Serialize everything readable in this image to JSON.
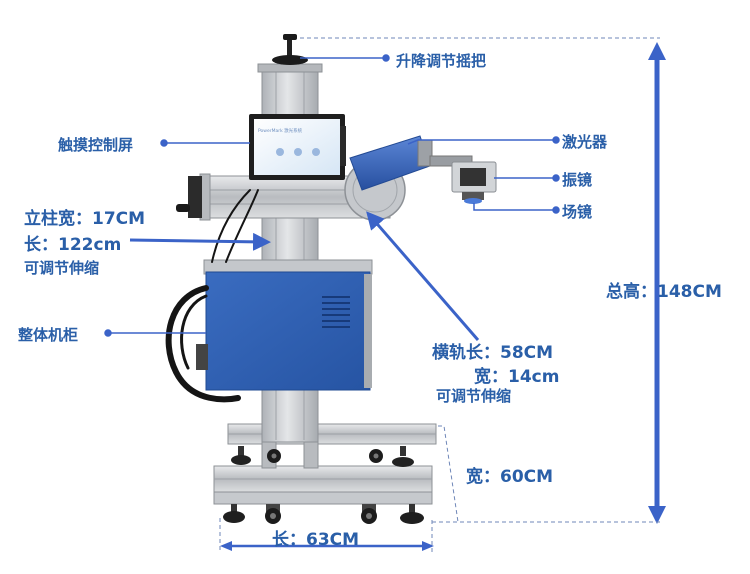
{
  "colors": {
    "label": "#2a5fa8",
    "accent_line": "#3b63c8",
    "cabinet": "#2f61b5",
    "aluminum": "#c9ccd0",
    "dark_metal": "#2a2a2a"
  },
  "callouts": {
    "lift_handle": "升降调节摇把",
    "touchscreen": "触摸控制屏",
    "laser": "激光器",
    "galvo": "振镜",
    "field_lens": "场镜",
    "cabinet": "整体机柜"
  },
  "dimensions": {
    "column_width": "立柱宽：17CM",
    "column_length": "长：122cm",
    "column_adjustable": "可调节伸缩",
    "rail_length": "横轨长：58CM",
    "rail_width": "宽：14cm",
    "rail_adjustable": "可调节伸缩",
    "base_width": "宽：60CM",
    "base_length": "长：63CM",
    "total_height": "总高：148CM"
  },
  "screen": {
    "brand": "PowerMark 激光系统"
  }
}
